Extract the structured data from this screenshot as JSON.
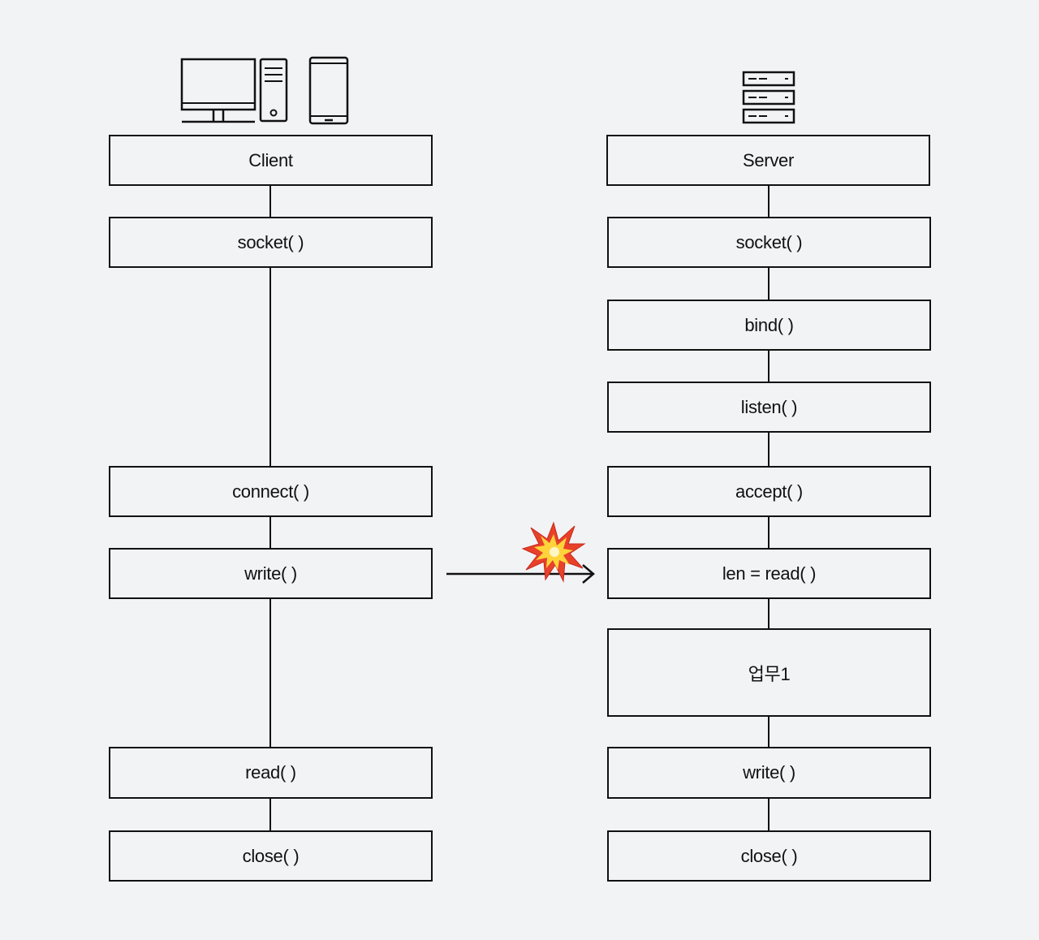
{
  "client": {
    "title": "Client",
    "steps": [
      "socket( )",
      "connect( )",
      "write( )",
      "read( )",
      "close( )"
    ]
  },
  "server": {
    "title": "Server",
    "steps": [
      "socket( )",
      "bind( )",
      "listen( )",
      "accept( )",
      "len = read( )",
      "업무1",
      "write( )",
      "close( )"
    ]
  },
  "icons": {
    "client": [
      "desktop-computer-icon",
      "pc-tower-icon",
      "smartphone-icon"
    ],
    "server": "server-rack-icon",
    "collision": "collision-icon"
  },
  "colors": {
    "line": "#111111",
    "background": "#f2f3f5",
    "burst_outer": "#e8412a",
    "burst_inner": "#ffd43b"
  }
}
